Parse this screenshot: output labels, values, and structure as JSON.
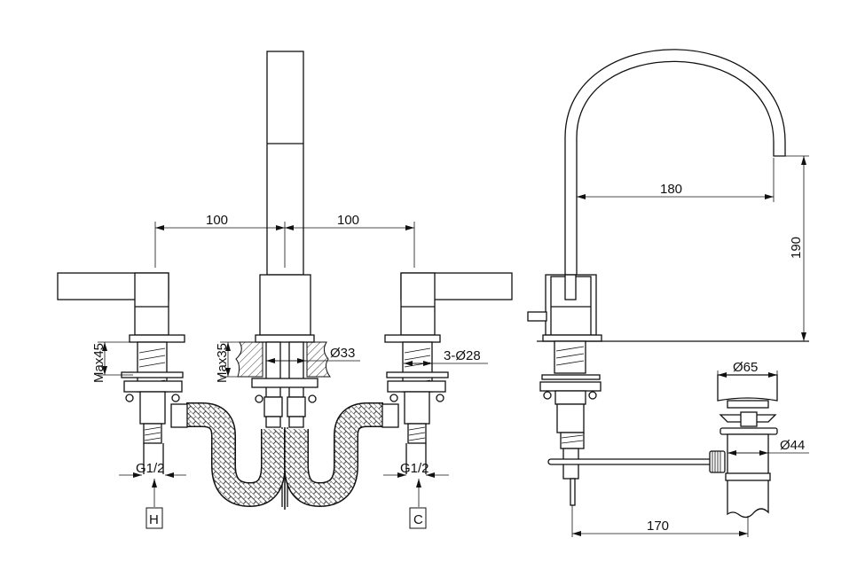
{
  "drawing": {
    "front_view": {
      "dim_left_spacing": "100",
      "dim_right_spacing": "100",
      "dim_max_deck_handle": "Max45",
      "dim_max_deck_spout": "Max35",
      "dim_spout_hole": "Ø33",
      "dim_handle_holes": "3-Ø28",
      "dim_inlet_left": "G1/2",
      "dim_inlet_right": "G1/2",
      "label_hot": "H",
      "label_cold": "C"
    },
    "side_view": {
      "dim_reach": "180",
      "dim_height": "190",
      "dim_drain_cap": "Ø65",
      "dim_drain_body": "Ø44",
      "dim_rod_distance": "170"
    }
  }
}
